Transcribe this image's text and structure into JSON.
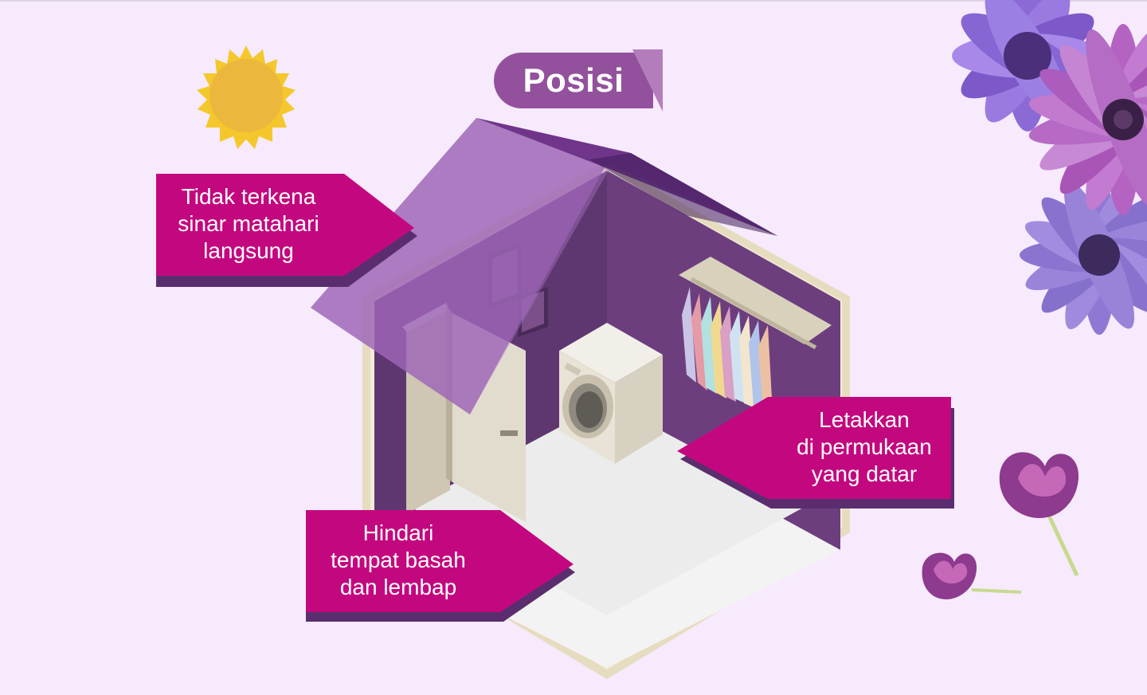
{
  "title": "Posisi",
  "callouts": [
    {
      "id": "sun",
      "lines": [
        "Tidak terkena",
        "sinar matahari",
        "langsung"
      ]
    },
    {
      "id": "flat",
      "lines": [
        "Letakkan",
        "di permukaan",
        "yang datar"
      ]
    },
    {
      "id": "wet",
      "lines": [
        "Hindari",
        "tempat basah",
        "dan lembap"
      ]
    }
  ],
  "colors": {
    "background": "#f6eafc",
    "callout": "#c3087f",
    "callout_shadow": "#5a2e6e",
    "title_tag": "#93519d",
    "roof": "#7c3f95",
    "wall": "#5f3770",
    "sun": "#f4c82d"
  },
  "icons": [
    "sun-icon",
    "flower-icon",
    "tulip-icon"
  ]
}
